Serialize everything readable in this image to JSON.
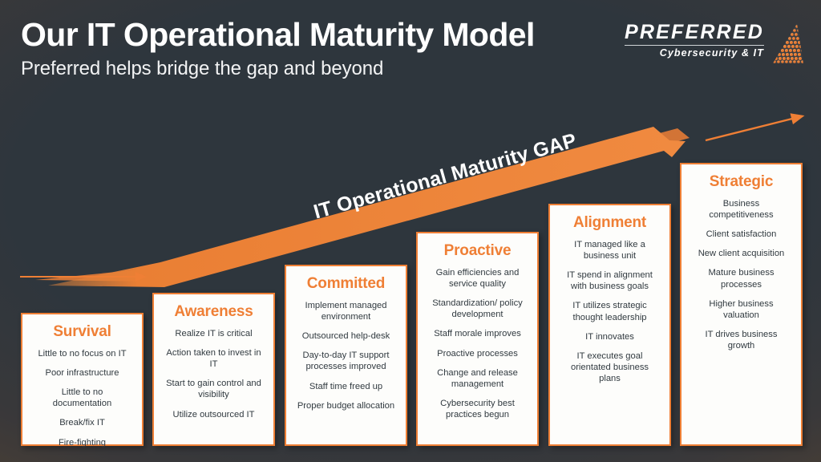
{
  "header": {
    "title": "Our IT Operational Maturity Model",
    "subtitle": "Preferred helps bridge the gap and beyond"
  },
  "logo": {
    "name": "PREFERRED",
    "tagline": "Cybersecurity & IT"
  },
  "banner": {
    "label": "IT Operational Maturity GAP"
  },
  "colors": {
    "accent": "#ef7f35",
    "banner": "#ee7f36",
    "card_bg": "#fdfdfb",
    "body_text": "#313a40",
    "background_dark": "#2e363d",
    "background_brown": "#5d4430"
  },
  "chart_data": {
    "type": "bar",
    "title": "Our IT Operational Maturity Model",
    "xlabel": "",
    "ylabel": "IT Operational Maturity",
    "categories": [
      "Survival",
      "Awareness",
      "Committed",
      "Proactive",
      "Alignment",
      "Strategic"
    ],
    "values": [
      1,
      2,
      3,
      4,
      5,
      6
    ],
    "annotations": [
      "IT Operational Maturity GAP"
    ]
  },
  "stages": [
    {
      "name": "Survival",
      "items": [
        "Little to no focus on IT",
        "Poor infrastructure",
        "Little to no documentation",
        "Break/fix IT",
        "Fire-fighting"
      ]
    },
    {
      "name": "Awareness",
      "items": [
        "Realize IT is critical",
        "Action taken to invest in IT",
        "Start to gain control and visibility",
        "Utilize outsourced IT"
      ]
    },
    {
      "name": "Committed",
      "items": [
        "Implement managed environment",
        "Outsourced help-desk",
        "Day-to-day IT support processes improved",
        "Staff time freed up",
        "Proper budget allocation"
      ]
    },
    {
      "name": "Proactive",
      "items": [
        "Gain efficiencies and service quality",
        "Standardization/ policy development",
        "Staff morale improves",
        "Proactive processes",
        "Change and release management",
        "Cybersecurity best practices begun"
      ]
    },
    {
      "name": "Alignment",
      "items": [
        "IT managed like a business unit",
        "IT spend in alignment with business goals",
        "IT utilizes strategic thought leadership",
        "IT innovates",
        "IT executes goal orientated business plans"
      ]
    },
    {
      "name": "Strategic",
      "items": [
        "Business competitiveness",
        "Client satisfaction",
        "New client acquisition",
        "Mature business processes",
        "Higher business valuation",
        "IT drives business growth"
      ]
    }
  ]
}
